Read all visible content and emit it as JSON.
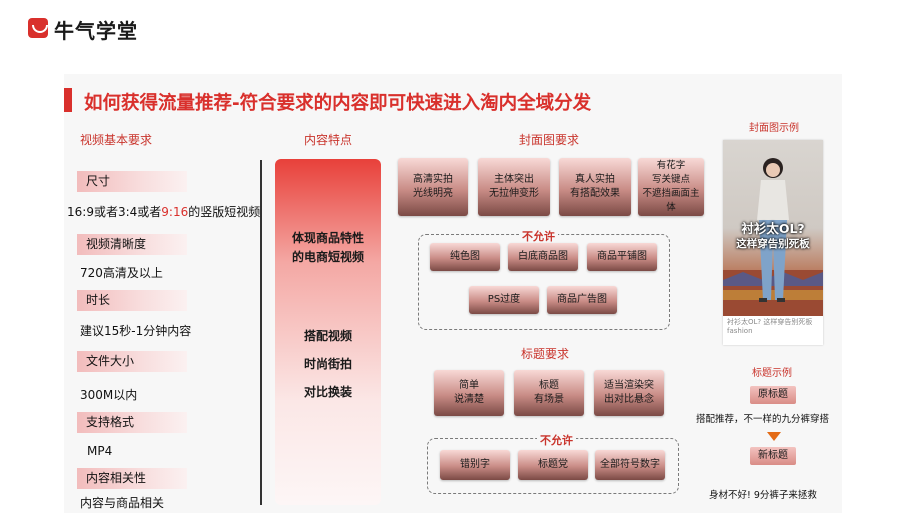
{
  "brand": {
    "name": "牛气学堂"
  },
  "title": "如何获得流量推荐-符合要求的内容即可快速进入淘内全域分发",
  "video_basic": {
    "heading": "视频基本要求",
    "size_label": "尺寸",
    "size_value_a": "16:9或者3:4或者",
    "size_value_hl": "9:16",
    "size_value_b": "的竖版短视频",
    "clarity_label": "视频清晰度",
    "clarity_value": "720高清及以上",
    "duration_label": "时长",
    "duration_value": "建议15秒-1分钟内容",
    "filesize_label": "文件大小",
    "filesize_value": "300M以内",
    "format_label": "支持格式",
    "format_value": "MP4",
    "relevance_label": "内容相关性",
    "relevance_value": "内容与商品相关"
  },
  "content": {
    "heading": "内容特点",
    "line1": "体现商品特性",
    "line2": "的电商短视频",
    "item1": "搭配视频",
    "item2": "时尚街拍",
    "item3": "对比换装"
  },
  "cover_req": {
    "heading": "封面图要求",
    "allowed": [
      {
        "l1": "高清实拍",
        "l2": "光线明亮",
        "l3": ""
      },
      {
        "l1": "主体突出",
        "l2": "无拉伸变形",
        "l3": ""
      },
      {
        "l1": "真人实拍",
        "l2": "有搭配效果",
        "l3": ""
      },
      {
        "l1": "有花字",
        "l2": "写关键点",
        "l3": "不遮挡画面主体"
      }
    ],
    "not_allowed_label": "不允许",
    "not_allowed": [
      "纯色图",
      "白底商品图",
      "商品平铺图",
      "PS过度",
      "商品广告图"
    ]
  },
  "title_req": {
    "heading": "标题要求",
    "allowed": [
      {
        "l1": "简单",
        "l2": "说清楚"
      },
      {
        "l1": "标题",
        "l2": "有场景"
      },
      {
        "l1": "适当渲染突",
        "l2": "出对比悬念"
      }
    ],
    "not_allowed_label": "不允许",
    "not_allowed": [
      "错别字",
      "标题党",
      "全部符号数字"
    ]
  },
  "cover_example": {
    "heading": "封面图示例",
    "overlay_line1": "衬衫太OL?",
    "overlay_line2": "这样穿告别死板",
    "caption": "衬衫太OL? 这样穿告别死板 fashion"
  },
  "title_example": {
    "heading": "标题示例",
    "original_label": "原标题",
    "original_text": "搭配推荐，不一样的九分裤穿搭",
    "new_label": "新标题",
    "new_text": "身材不好! 9分裤子来拯救"
  },
  "colors": {
    "accent": "#d9302c",
    "arrow": "#e36b16"
  }
}
